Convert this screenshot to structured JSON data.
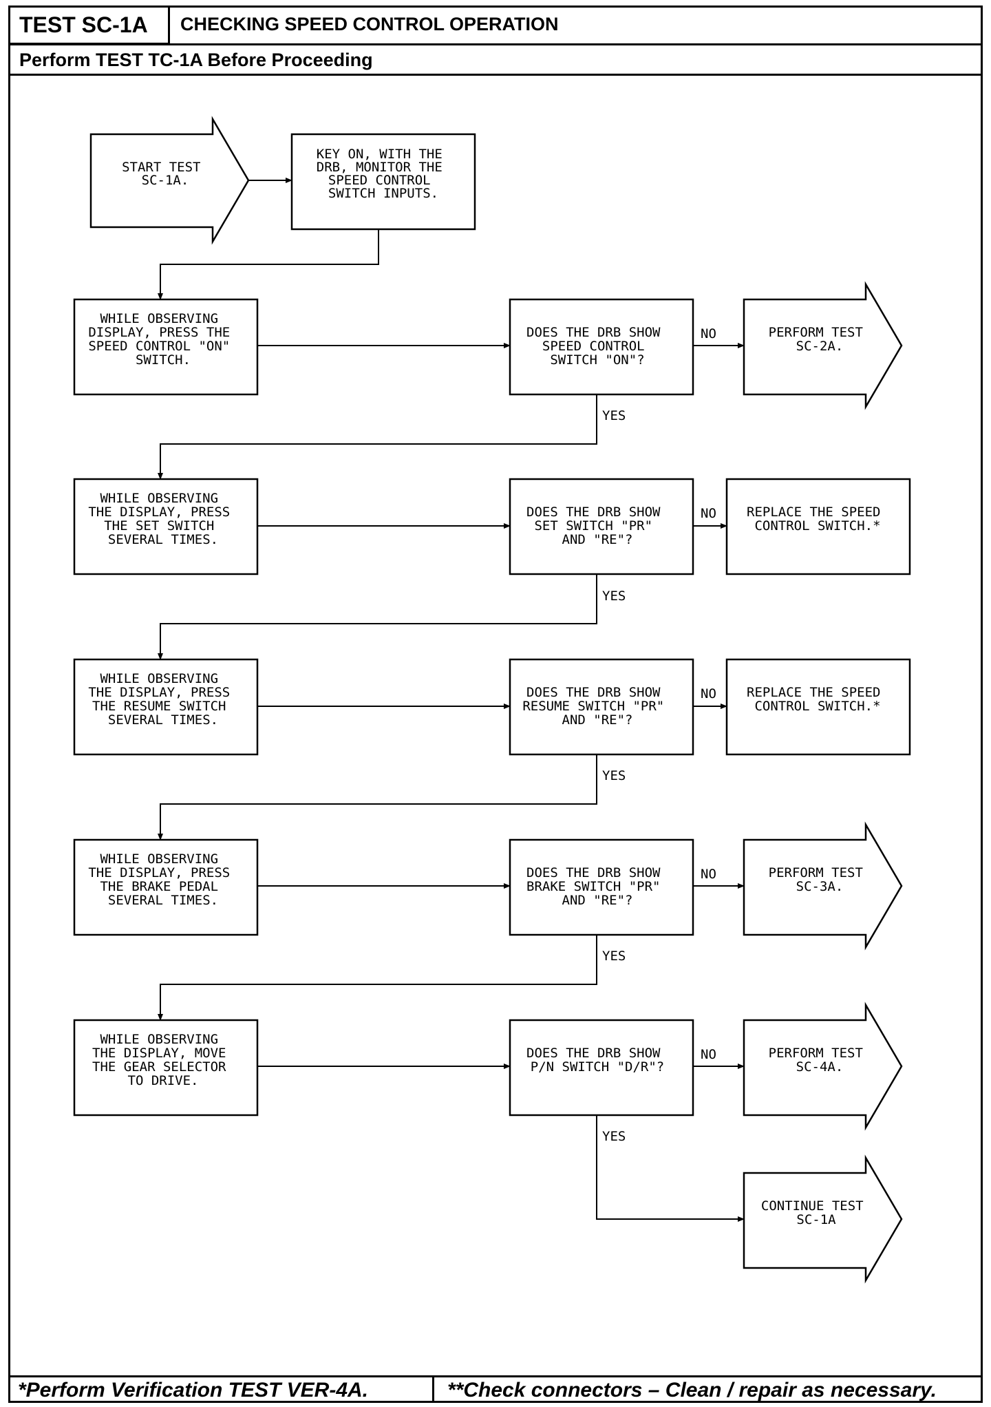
{
  "header": {
    "test_id": "TEST SC-1A",
    "title": "CHECKING SPEED CONTROL OPERATION",
    "subtitle": "Perform TEST TC-1A Before Proceeding"
  },
  "footer": {
    "left": "*Perform Verification TEST VER-4A.",
    "right": "**Check connectors – Clean / repair as necessary."
  },
  "flow": {
    "start": [
      "START TEST",
      "SC-1A."
    ],
    "key_on": [
      "KEY ON, WITH THE",
      "DRB, MONITOR THE",
      "SPEED CONTROL",
      "SWITCH INPUTS."
    ],
    "step1": [
      "WHILE OBSERVING",
      "DISPLAY, PRESS THE",
      "SPEED CONTROL \"ON\"",
      "SWITCH."
    ],
    "q1": [
      "DOES THE DRB SHOW",
      "SPEED CONTROL",
      "SWITCH \"ON\"?"
    ],
    "r1": [
      "PERFORM TEST",
      "SC-2A."
    ],
    "step2": [
      "WHILE OBSERVING",
      "THE DISPLAY, PRESS",
      "THE SET SWITCH",
      "SEVERAL TIMES."
    ],
    "q2": [
      "DOES THE DRB SHOW",
      "SET SWITCH \"PR\"",
      "AND \"RE\"?"
    ],
    "r2": [
      "REPLACE THE SPEED",
      "CONTROL SWITCH.*"
    ],
    "step3": [
      "WHILE OBSERVING",
      "THE DISPLAY, PRESS",
      "THE RESUME SWITCH",
      "SEVERAL TIMES."
    ],
    "q3": [
      "DOES THE DRB SHOW",
      "RESUME SWITCH \"PR\"",
      "AND \"RE\"?"
    ],
    "r3": [
      "REPLACE THE SPEED",
      "CONTROL SWITCH.*"
    ],
    "step4": [
      "WHILE OBSERVING",
      "THE DISPLAY, PRESS",
      "THE BRAKE PEDAL",
      "SEVERAL TIMES."
    ],
    "q4": [
      "DOES THE DRB SHOW",
      "BRAKE SWITCH \"PR\"",
      "AND \"RE\"?"
    ],
    "r4": [
      "PERFORM TEST",
      "SC-3A."
    ],
    "step5": [
      "WHILE OBSERVING",
      "THE DISPLAY, MOVE",
      "THE GEAR SELECTOR",
      "TO DRIVE."
    ],
    "q5": [
      "DOES THE DRB SHOW",
      "P/N SWITCH \"D/R\"?"
    ],
    "r5": [
      "PERFORM TEST",
      "SC-4A."
    ],
    "r_final": [
      "CONTINUE TEST",
      "SC-1A"
    ],
    "yes_label": "YES",
    "no_label": "NO"
  }
}
